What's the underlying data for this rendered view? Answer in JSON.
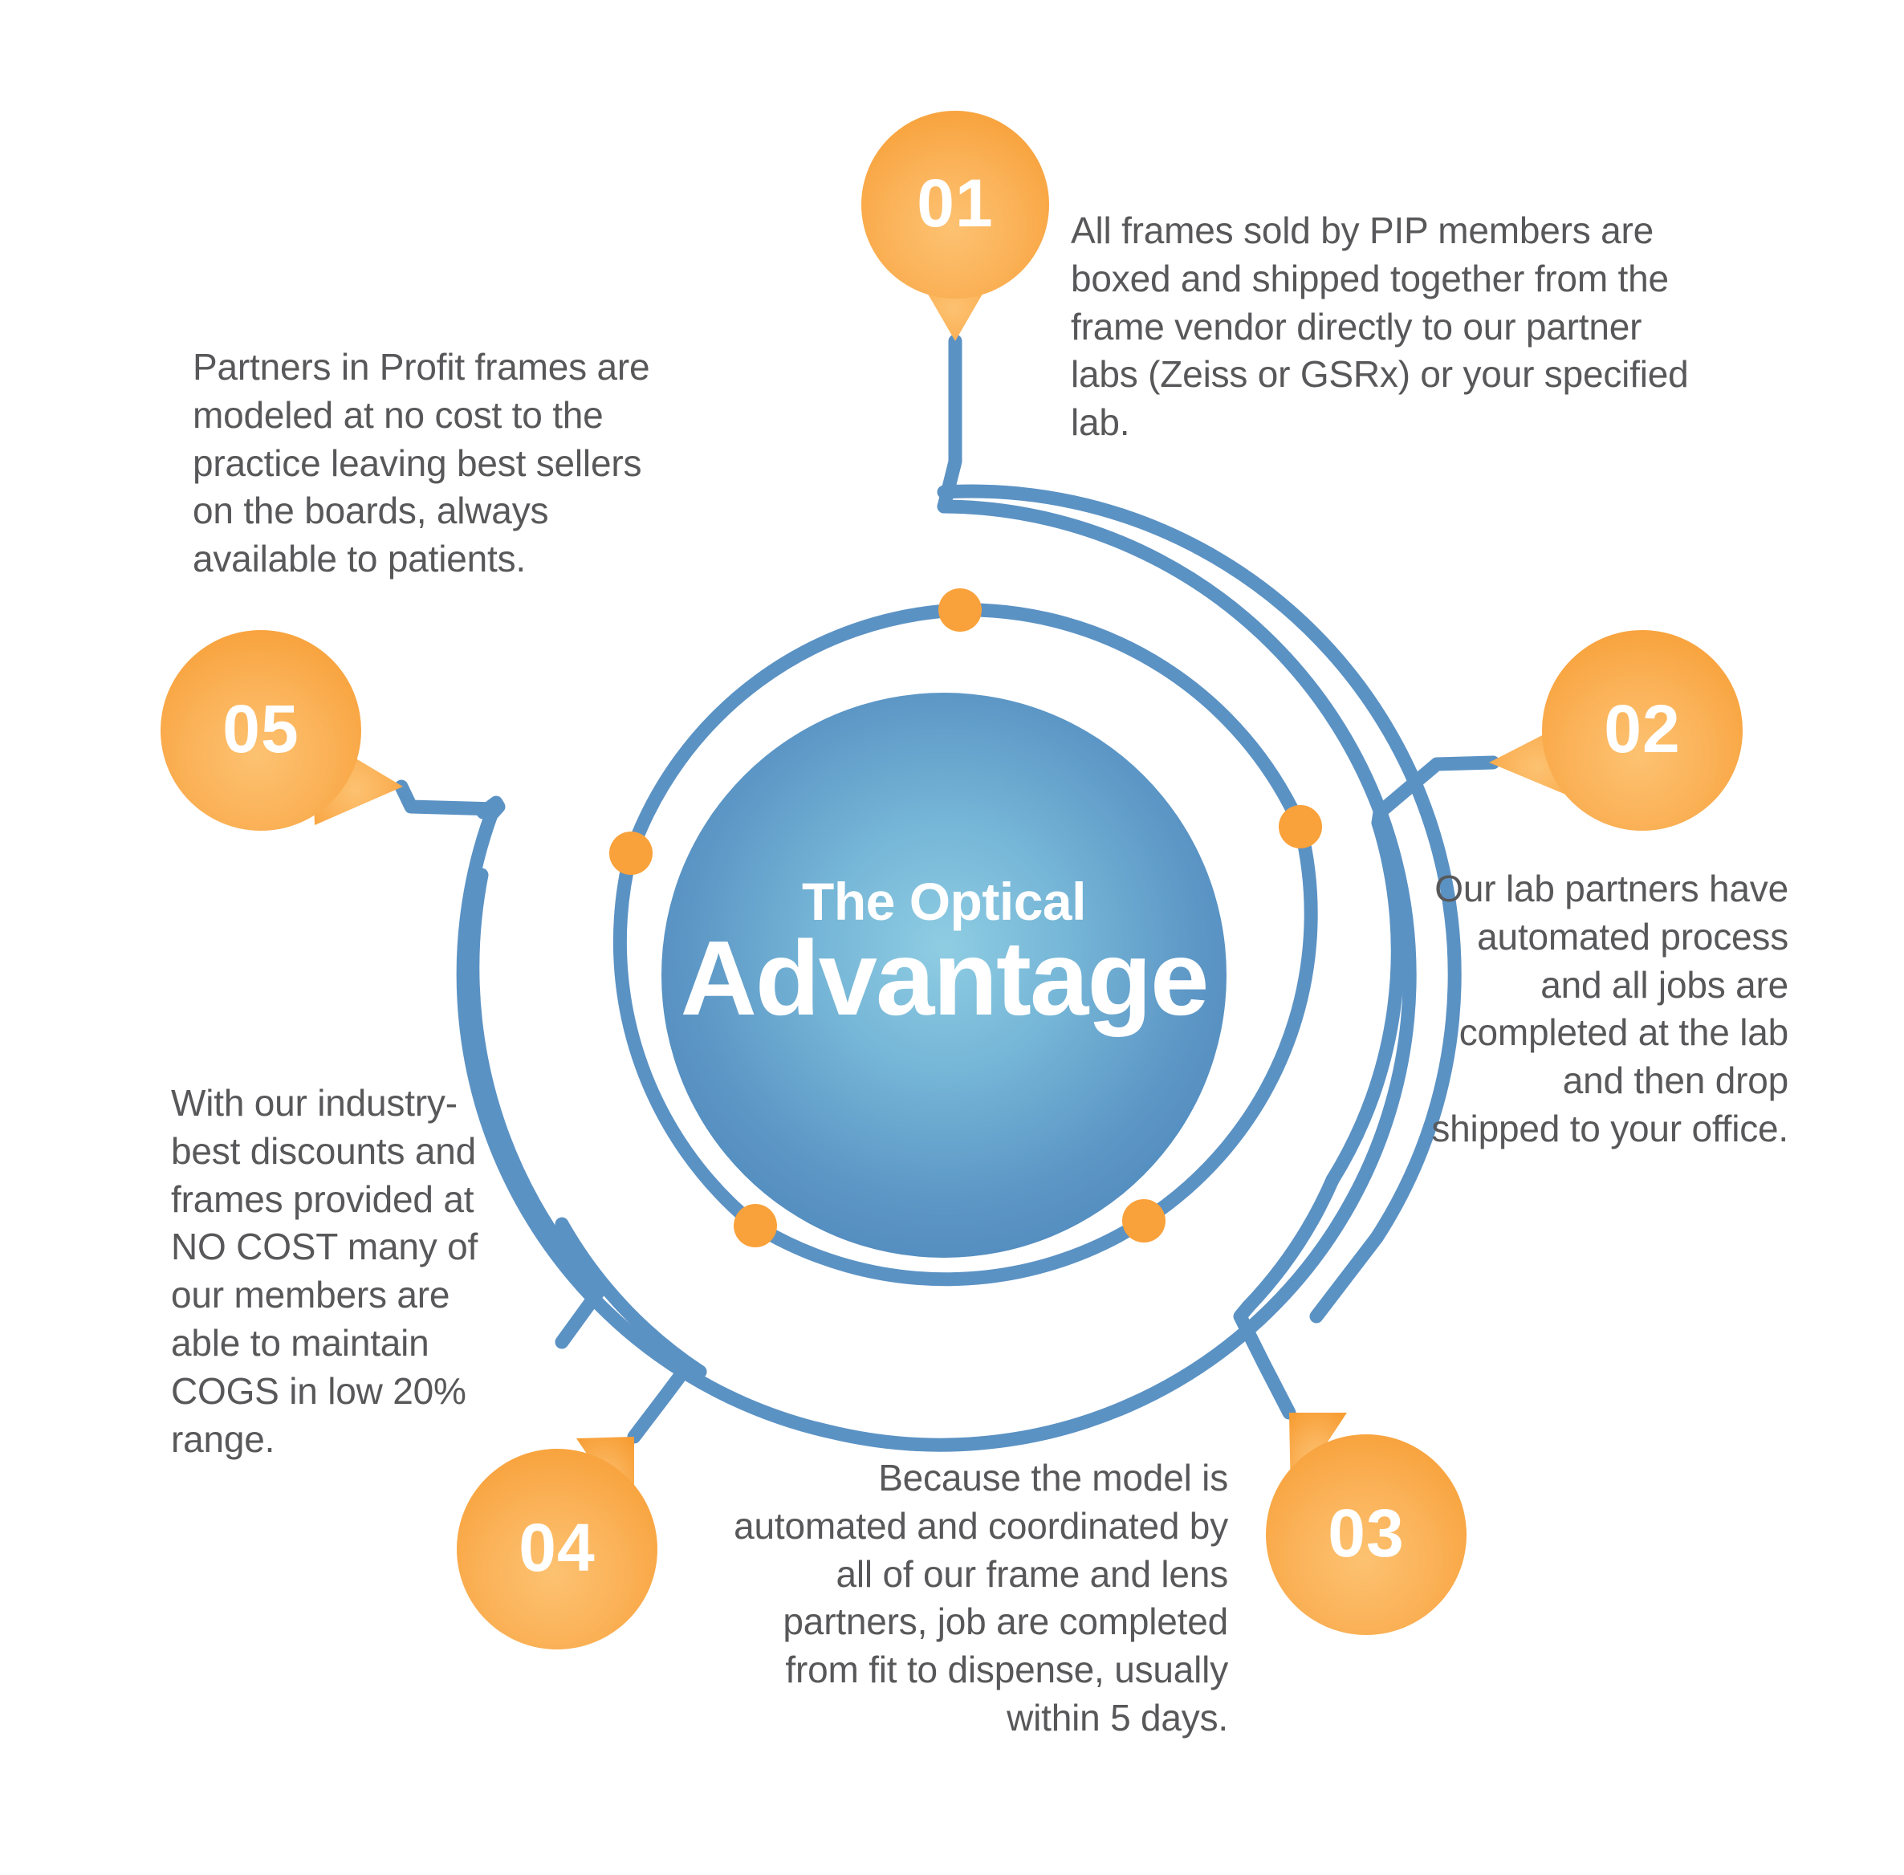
{
  "theme": {
    "orange": "#F9A13A",
    "orange_light": "#FBBE6B",
    "blue_line": "#5B92C4",
    "blue_core_outer": "#5189BE",
    "blue_core_inner": "#7FC4DE",
    "text_gray": "#58585A",
    "white": "#FFFFFF",
    "background": "#FFFFFF"
  },
  "center": {
    "line1": "The Optical",
    "line2": "Advantage"
  },
  "steps": [
    {
      "id": "01",
      "number": "01",
      "text": "All frames sold by PIP members are boxed and shipped together from the frame vendor directly to our partner labs (Zeiss or GSRx) or your specified lab.",
      "align": "left"
    },
    {
      "id": "02",
      "number": "02",
      "text": "Our lab partners have automated process and all jobs are completed at the lab and then drop shipped to your office.",
      "align": "right"
    },
    {
      "id": "03",
      "number": "03",
      "text": "Because the model is automated and coordinated by all of our frame and lens partners, job are completed from fit to dispense, usually within 5 days.",
      "align": "right"
    },
    {
      "id": "04",
      "number": "04",
      "text": "With our industry-best discounts and frames provided at NO COST many of our members are able to maintain COGS in low 20% range.",
      "align": "left"
    },
    {
      "id": "05",
      "number": "05",
      "text": "Partners in Profit frames are modeled at no cost to the practice leaving best sellers on the boards, always available to patients.",
      "align": "left"
    }
  ]
}
